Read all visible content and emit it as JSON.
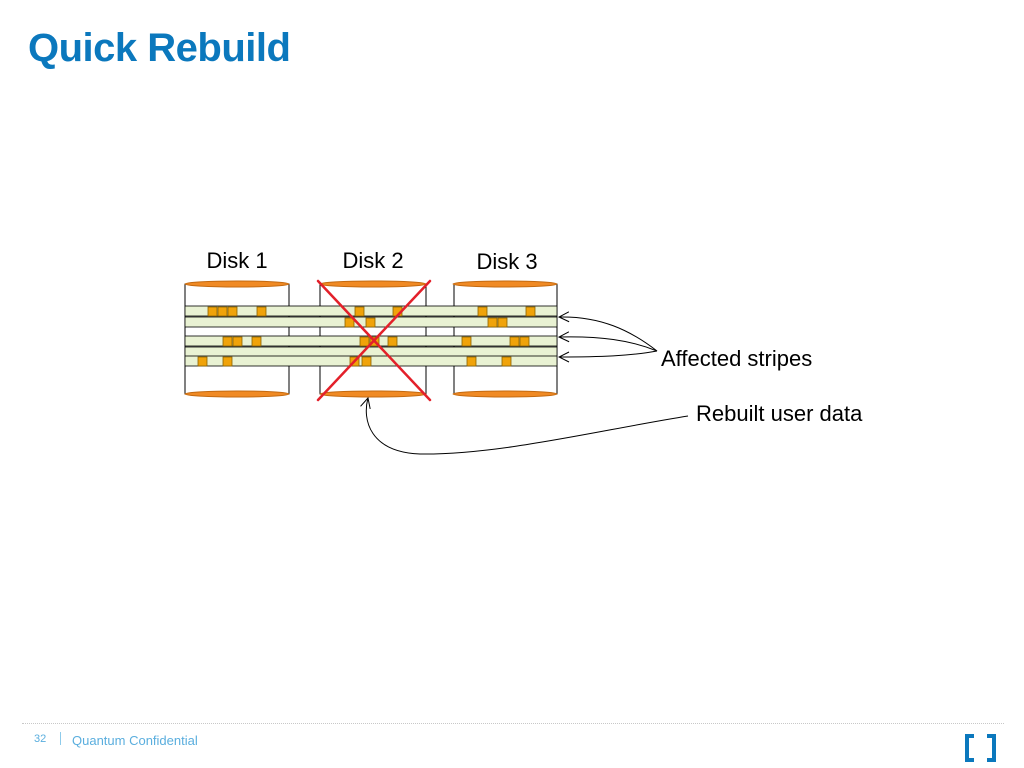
{
  "slide": {
    "title": "Quick Rebuild"
  },
  "disks": [
    {
      "label": "Disk 1",
      "failed": false
    },
    {
      "label": "Disk 2",
      "failed": true
    },
    {
      "label": "Disk 3",
      "failed": false
    }
  ],
  "annotations": {
    "affected_stripes": "Affected stripes",
    "rebuilt_user_data": "Rebuilt user data"
  },
  "footer": {
    "page_number": "32",
    "confidential": "Quantum Confidential"
  },
  "colors": {
    "title": "#0b78bd",
    "disk_cap": "#f08a24",
    "stripe_fill": "#e9f2d3",
    "block_fill": "#f0a30a",
    "block_stroke": "#8a6200",
    "failure_cross": "#e3202a",
    "footer_text": "#5aaede"
  }
}
